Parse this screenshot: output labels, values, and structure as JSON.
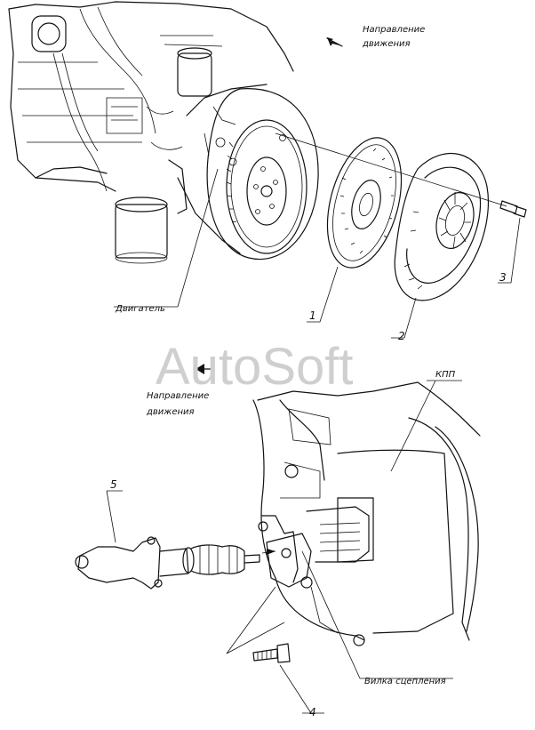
{
  "labels": {
    "direction_top_1": "Направление",
    "direction_top_2": "движения",
    "engine": "Двигатель",
    "direction_mid_1": "Направление",
    "direction_mid_2": "движения",
    "gearbox": "КПП",
    "fork": "Вилка сцепления"
  },
  "callouts": [
    "1",
    "2",
    "3",
    "4",
    "5"
  ],
  "watermark": "AutoSoft"
}
